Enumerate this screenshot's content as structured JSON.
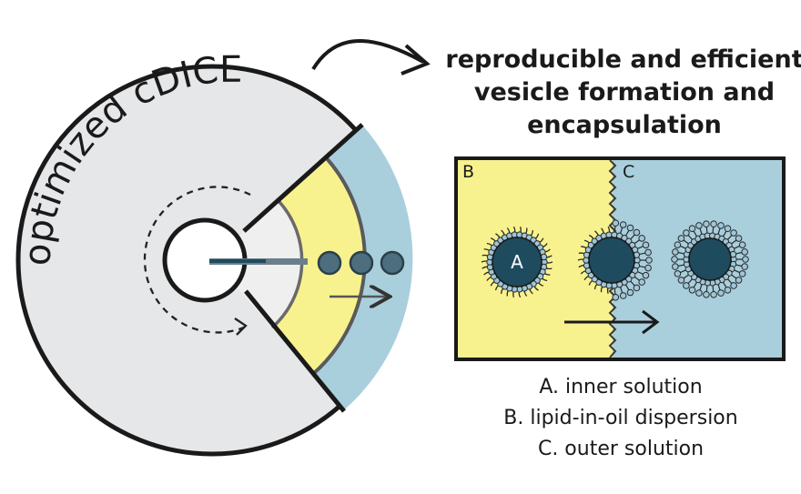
{
  "disk": {
    "label": "optimized cDICE"
  },
  "headline": {
    "line1": "reproducible and efficient",
    "line2": "vesicle formation and",
    "line3": "encapsulation"
  },
  "panel": {
    "left_tag": "B",
    "right_tag": "C",
    "droplet_tag": "A"
  },
  "legend": {
    "a": "A. inner solution",
    "b": "B. lipid-in-oil dispersion",
    "c": "C. outer solution"
  },
  "colors": {
    "disk": "#e6e7e9",
    "oil": "#f8f28e",
    "outer": "#a9cfdd",
    "inner_chamber": "#efefef",
    "droplet": "#1f4b5f",
    "lipid": "#9fc6d7",
    "outline": "#1a1a1a"
  }
}
